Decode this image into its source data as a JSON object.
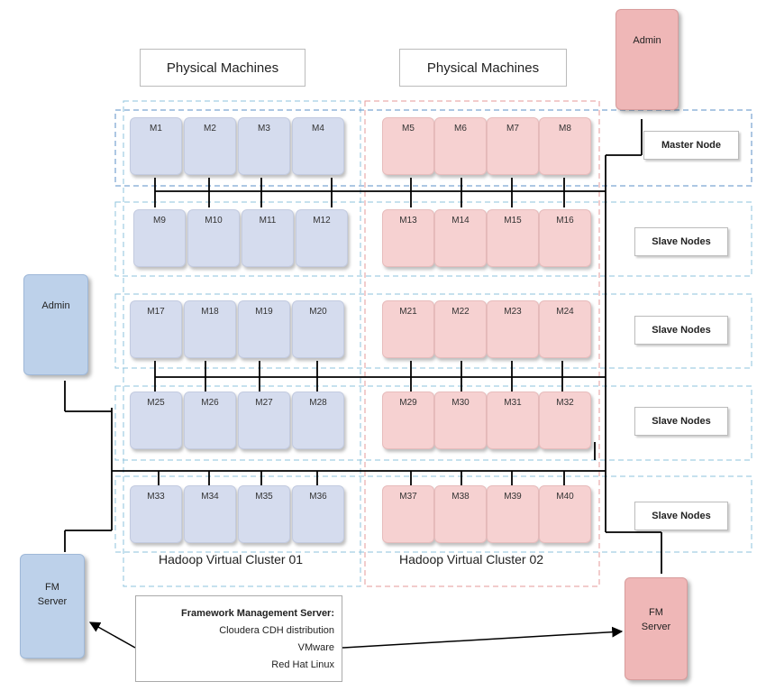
{
  "headers": {
    "physical_left": "Physical Machines",
    "physical_right": "Physical Machines"
  },
  "roles": {
    "master": "Master Node",
    "slave": "Slave Nodes"
  },
  "clusters": {
    "left": "Hadoop Virtual Cluster 01",
    "right": "Hadoop Virtual Cluster 02"
  },
  "nodes": {
    "admin_top": "Admin",
    "admin_left": "Admin",
    "fm_left": [
      "FM",
      "Server"
    ],
    "fm_right": [
      "FM",
      "Server"
    ]
  },
  "fm_server_box": {
    "title": "Framework Management Server:",
    "lines": [
      "Cloudera CDH distribution",
      "VMware",
      "Red Hat Linux"
    ]
  },
  "machines": [
    [
      "M1",
      "M2",
      "M3",
      "M4",
      "M5",
      "M6",
      "M7",
      "M8"
    ],
    [
      "M9",
      "M10",
      "M11",
      "M12",
      "M13",
      "M14",
      "M15",
      "M16"
    ],
    [
      "M17",
      "M18",
      "M19",
      "M20",
      "M21",
      "M22",
      "M23",
      "M24"
    ],
    [
      "M25",
      "M26",
      "M27",
      "M28",
      "M29",
      "M30",
      "M31",
      "M32"
    ],
    [
      "M33",
      "M34",
      "M35",
      "M36",
      "M37",
      "M38",
      "M39",
      "M40"
    ]
  ],
  "colors": {
    "blue_machine": "#d5dcee",
    "pink_machine": "#f6d1d1",
    "blue_node": "#bdd1ea",
    "pink_node": "#efb7b7",
    "dash": "#8ec3dd"
  }
}
